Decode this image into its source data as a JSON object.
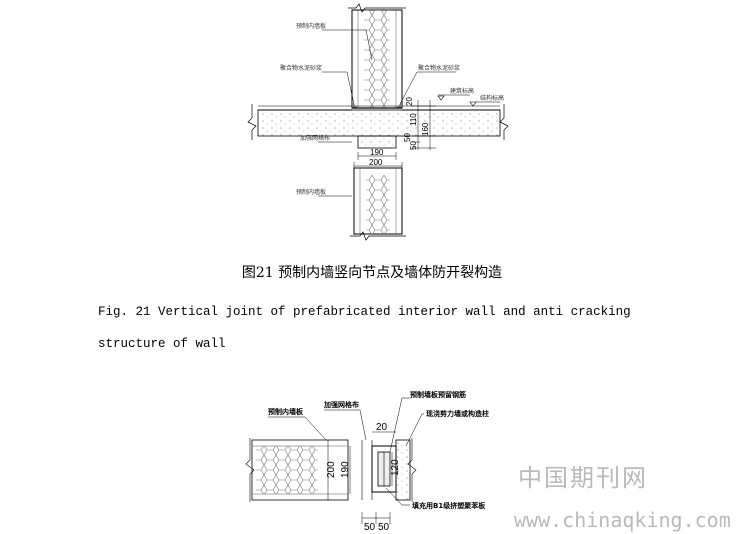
{
  "figure1": {
    "labels": {
      "panel_top": "预制内墙板",
      "mortar_left": "聚合物水泥砂浆",
      "mortar_right": "聚合物水泥砂浆",
      "building_elev": "建筑标高",
      "structure_elev": "结构标高",
      "mesh": "加强网格布",
      "panel_bottom": "预制内墙板"
    },
    "dims": {
      "d20": "20",
      "d110": "110",
      "d160": "160",
      "d50a": "50",
      "d50b": "50",
      "d190": "190",
      "d200": "200"
    }
  },
  "caption": {
    "cn": "图21  预制内墙竖向节点及墙体防开裂构造",
    "en": "Fig. 21 Vertical joint of prefabricated interior wall and anti cracking structure of wall"
  },
  "figure2": {
    "labels": {
      "panel": "预制内墙板",
      "mesh": "加强网格布",
      "rebar": "预制墙板预留钢筋",
      "column": "现浇剪力墙或构造柱",
      "fill": "填充用B1级挤塑聚苯板"
    },
    "dims": {
      "d20": "20",
      "d200": "200",
      "d190": "190",
      "d120": "120",
      "d50a": "50",
      "d50b": "50"
    }
  },
  "watermark": {
    "cn": "中国期刊网",
    "url": "www.chinaqking.com"
  }
}
